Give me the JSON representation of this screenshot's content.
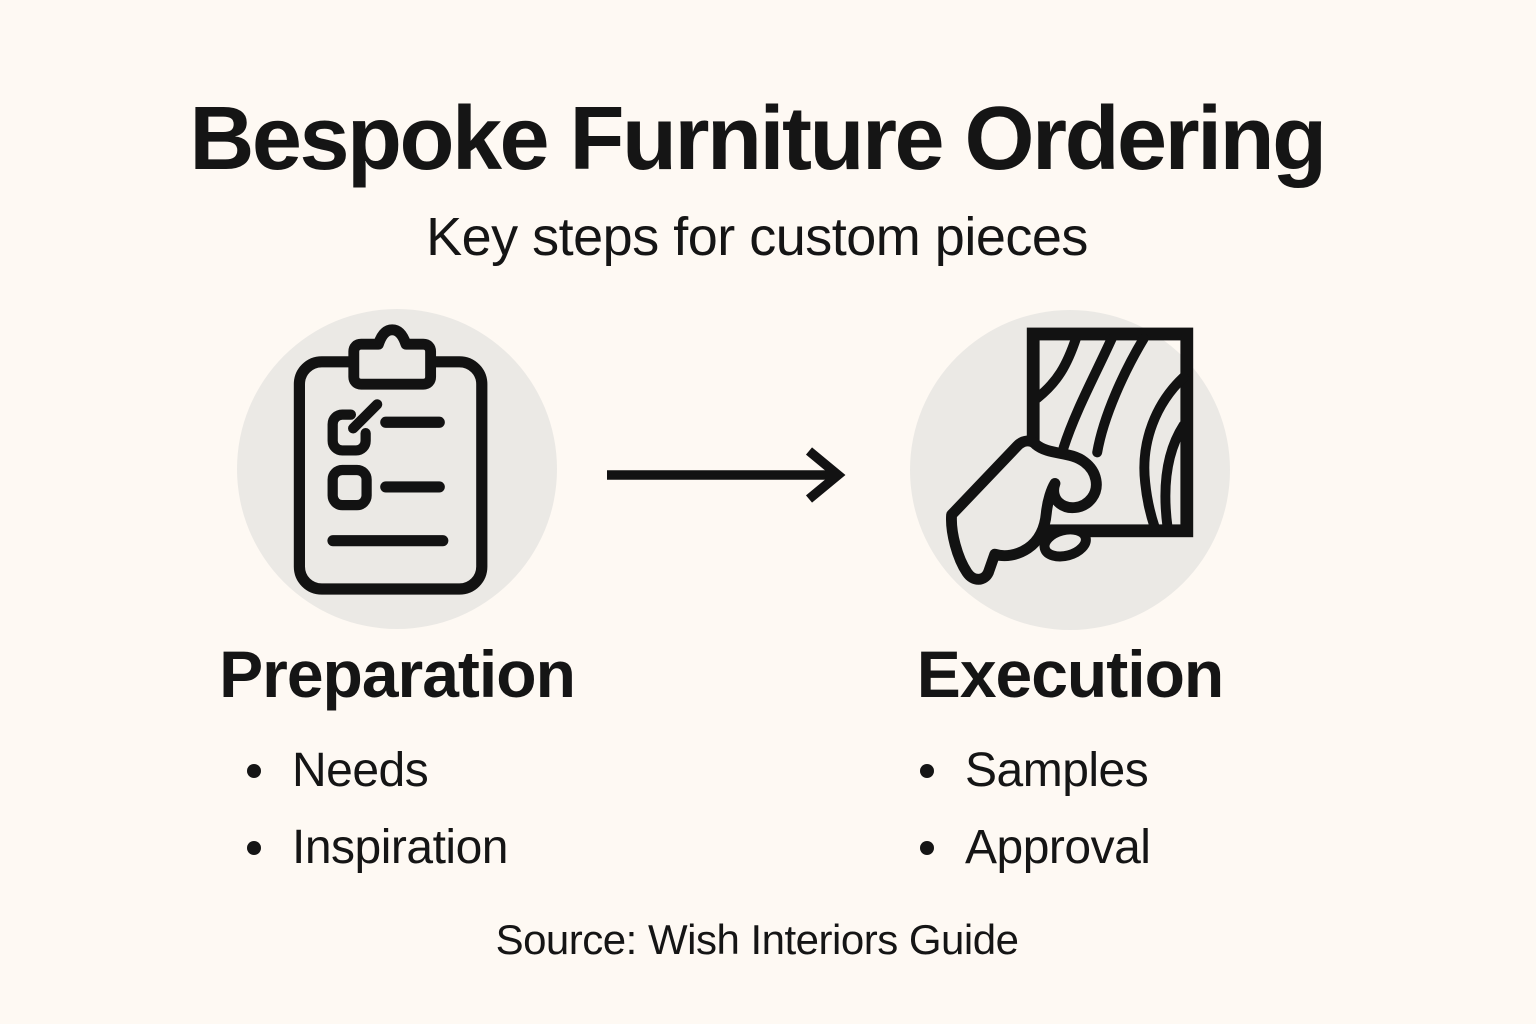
{
  "title": "Bespoke Furniture Ordering",
  "subtitle": "Key steps for custom pieces",
  "steps": [
    {
      "label": "Preparation",
      "icon": "clipboard-checklist-icon",
      "bullets": [
        "Needs",
        "Inspiration"
      ]
    },
    {
      "label": "Execution",
      "icon": "hand-wood-sample-icon",
      "bullets": [
        "Samples",
        "Approval"
      ]
    }
  ],
  "arrow": "right-arrow-icon",
  "source": "Source: Wish Interiors Guide",
  "colors": {
    "background": "#FEF9F3",
    "icon_circle": "#EBE9E5",
    "text": "#151515",
    "icon_stroke": "#121212"
  }
}
